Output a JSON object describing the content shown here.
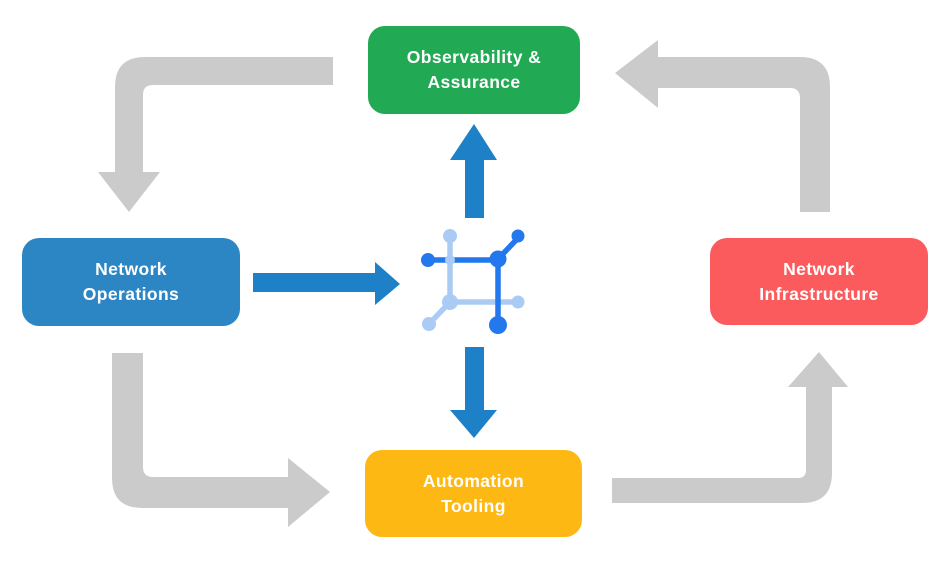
{
  "colors": {
    "background": "#FFFFFF",
    "cycle_arrow": "#CBCBCB",
    "hub_arrow": "#1E80C7",
    "icon_dark": "#2278EC",
    "icon_light": "#A9CBF4",
    "node_text": "#FFFFFF"
  },
  "nodes": {
    "observability": {
      "line1": "Observability &",
      "line2": "Assurance",
      "color": "#21A953"
    },
    "operations": {
      "line1": "Network",
      "line2": "Operations",
      "color": "#2D86C4"
    },
    "infrastructure": {
      "line1": "Network",
      "line2": "Infrastructure",
      "color": "#FC5B5D"
    },
    "automation": {
      "line1": "Automation",
      "line2": "Tooling",
      "color": "#FDB813"
    }
  },
  "center_icon": {
    "name": "network-mesh-icon"
  },
  "flows": {
    "outer_cycle": [
      {
        "from": "Observability & Assurance",
        "to": "Network Operations",
        "direction": "left-then-down",
        "style": "gray"
      },
      {
        "from": "Network Operations",
        "to": "Automation Tooling",
        "direction": "down-then-right",
        "style": "gray"
      },
      {
        "from": "Automation Tooling",
        "to": "Network Infrastructure",
        "direction": "right-then-up",
        "style": "gray"
      },
      {
        "from": "Network Infrastructure",
        "to": "Observability & Assurance",
        "direction": "up-then-left",
        "style": "gray"
      }
    ],
    "hub_links": [
      {
        "from": "Network Operations",
        "to": "center-icon",
        "direction": "right",
        "style": "blue"
      },
      {
        "from": "center-icon",
        "to": "Observability & Assurance",
        "direction": "up",
        "style": "blue"
      },
      {
        "from": "center-icon",
        "to": "Automation Tooling",
        "direction": "down",
        "style": "blue"
      }
    ]
  }
}
